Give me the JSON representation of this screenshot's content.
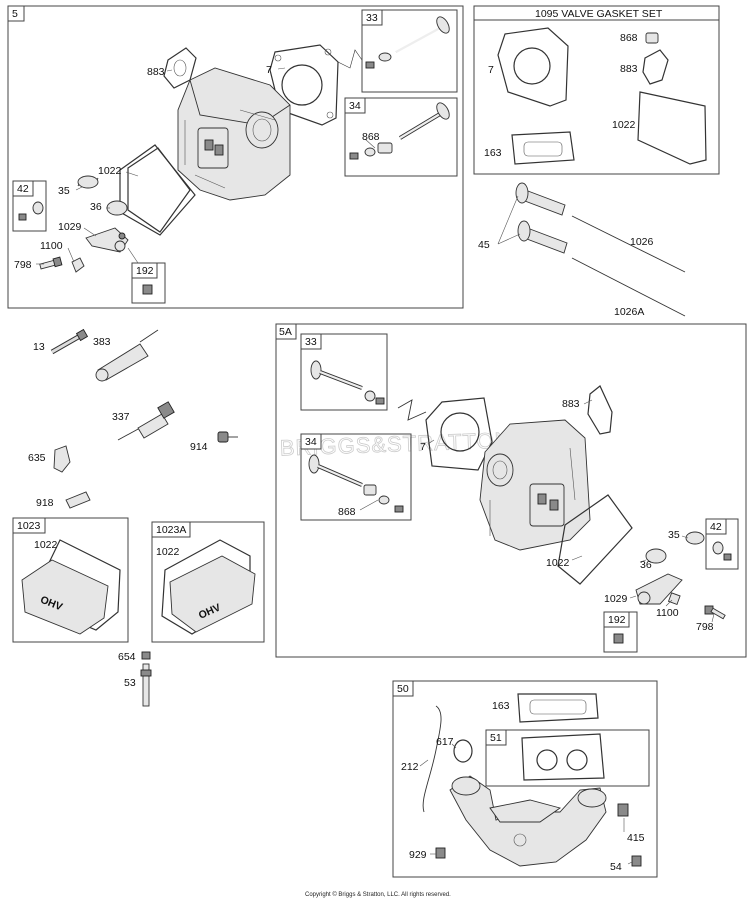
{
  "groups": {
    "g5": "5",
    "g33": "33",
    "g34": "34",
    "g1095": "1095 VALVE GASKET SET",
    "g5a": "5A",
    "g33b": "33",
    "g34b": "34",
    "g42": "42",
    "g192": "192",
    "g42b": "42",
    "g192b": "192",
    "g1023": "1023",
    "g1023a": "1023A",
    "g50": "50",
    "g51": "51"
  },
  "labels": {
    "l883a": "883",
    "l7a": "7",
    "l868a": "868",
    "l1022a": "1022",
    "l35a": "35",
    "l36a": "36",
    "l1029a": "1029",
    "l1100a": "1100",
    "l798a": "798",
    "l7b": "7",
    "l868b": "868",
    "l883b": "883",
    "l1022b": "1022",
    "l163b": "163",
    "l45": "45",
    "l1026": "1026",
    "l1026a": "1026A",
    "l13": "13",
    "l383": "383",
    "l337": "337",
    "l914": "914",
    "l635": "635",
    "l918": "918",
    "l1022c": "1022",
    "l1022d": "1022",
    "l654": "654",
    "l53": "53",
    "l883c": "883",
    "l7c": "7",
    "l868c": "868",
    "l1022e": "1022",
    "l36c": "36",
    "l35c": "35",
    "l1029c": "1029",
    "l1100c": "1100",
    "l798c": "798",
    "l163d": "163",
    "l212": "212",
    "l617": "617",
    "l415": "415",
    "l929": "929",
    "l54": "54"
  },
  "watermark": "BRIGGS&STRATTON",
  "engraving": "OHV",
  "copyright": "Copyright © Briggs & Stratton, LLC. All rights reserved."
}
